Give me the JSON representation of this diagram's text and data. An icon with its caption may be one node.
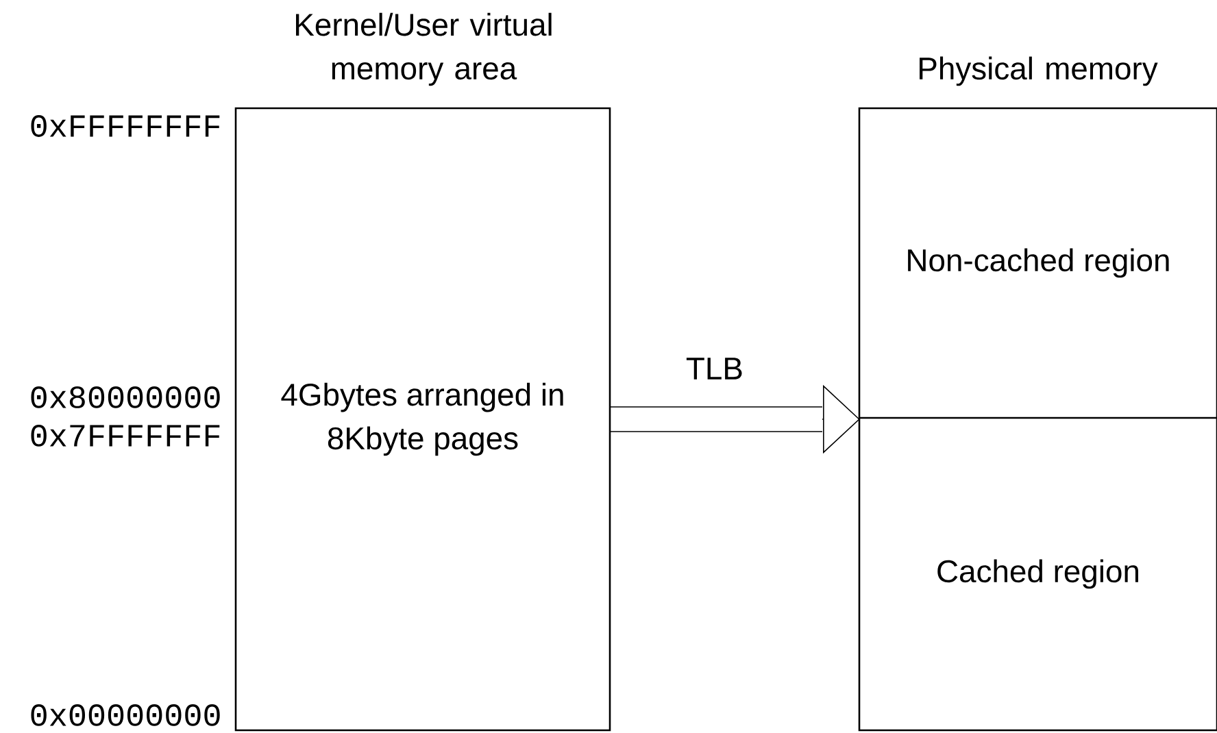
{
  "diagram": {
    "nodes": [
      {
        "text": [
          "Kernel/User virtual memory area",
          "4Gbytes arranged in 8Kbyte pages"
        ]
      },
      {
        "text": [
          "Physical memory"
        ]
      },
      {
        "text": [
          "Non-cached region"
        ],
        "in": 1
      },
      {
        "text": [
          "Cached region"
        ],
        "in": 1
      }
    ],
    "edges": [
      {
        "from": 0,
        "to": 1,
        "arrow": "to",
        "label": "TLB"
      }
    ],
    "labels": [
      "0xFFFFFFFF",
      "0x80000000",
      "0x7FFFFFFF",
      "0x00000000"
    ]
  }
}
